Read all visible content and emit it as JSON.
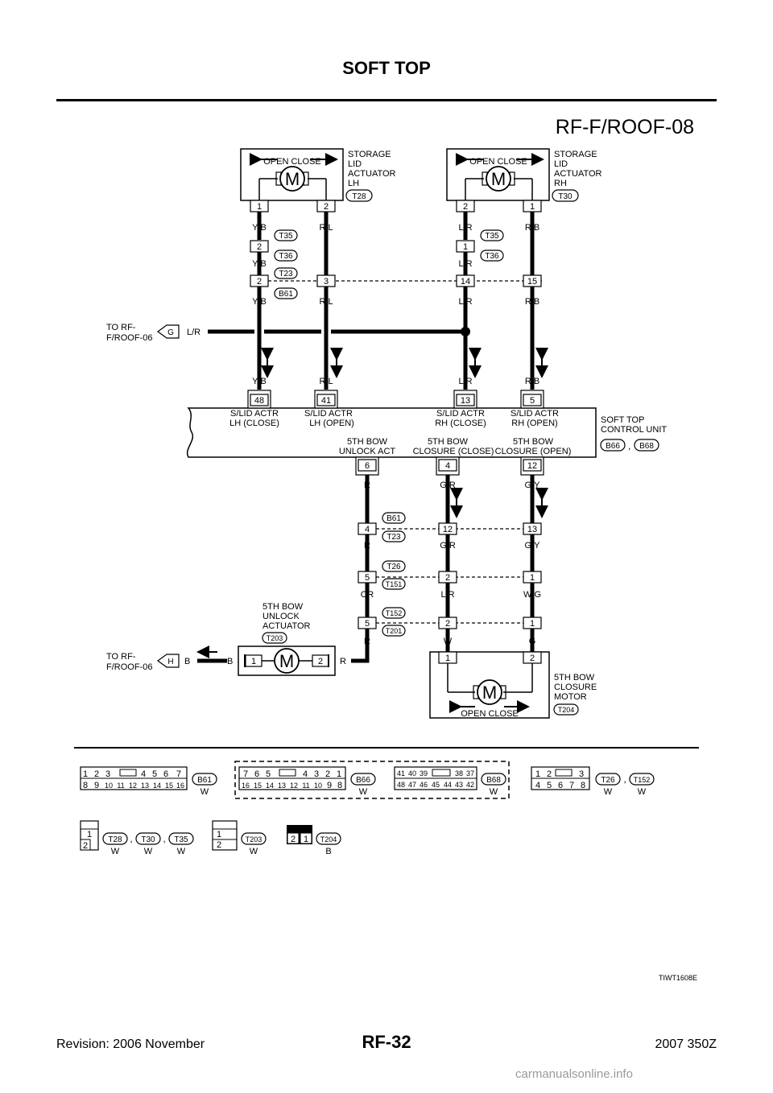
{
  "header": {
    "title": "SOFT TOP",
    "diagram_id": "RF-F/ROOF-08"
  },
  "footer": {
    "revision": "Revision: 2006 November",
    "page": "RF-32",
    "model": "2007 350Z",
    "image_code": "TIWT1608E"
  },
  "watermark": "carmanualsonline.info",
  "wires": {
    "YB": "Y/B",
    "RL": "R/L",
    "LR": "L/R",
    "RB": "R/B",
    "R": "R",
    "GR": "G/R",
    "GY": "G/Y",
    "OR": "OR",
    "WG": "W/G",
    "W": "W",
    "G": "G",
    "B": "B"
  },
  "pins": {
    "p1": "1",
    "p2": "2",
    "p3": "3",
    "p4": "4",
    "p5": "5",
    "p6": "6",
    "p12": "12",
    "p13": "13",
    "p14": "14",
    "p15": "15",
    "p41": "41",
    "p48": "48",
    "pG": "G",
    "pH": "H"
  },
  "connectors": {
    "T23": "T23",
    "T26": "T26",
    "T28": "T28",
    "T30": "T30",
    "T35": "T35",
    "T36": "T36",
    "T151": "T151",
    "T152": "T152",
    "T201": "T201",
    "T203": "T203",
    "T204": "T204",
    "B61": "B61",
    "B66": "B66",
    "B68": "B68"
  },
  "labels": {
    "open_close": "OPEN  CLOSE",
    "motor": "M",
    "storage_lid": "STORAGE",
    "lid": "LID",
    "actuator": "ACTUATOR",
    "lh": "LH",
    "rh": "RH",
    "to_rf_1": "TO RF-",
    "to_rf_2": "F/ROOF-06",
    "sc_48_1": "S/LID ACTR",
    "sc_48_2": "LH (CLOSE)",
    "sc_41_1": "S/LID ACTR",
    "sc_41_2": "LH (OPEN)",
    "sc_13_1": "S/LID ACTR",
    "sc_13_2": "RH (CLOSE)",
    "sc_5_1": "S/LID ACTR",
    "sc_5_2": "RH (OPEN)",
    "sc_6_1": "5TH BOW",
    "sc_6_2": "UNLOCK ACT",
    "sc_4_1": "5TH BOW",
    "sc_4_2": "CLOSURE (CLOSE)",
    "sc_12_1": "5TH BOW",
    "sc_12_2": "CLOSURE (OPEN)",
    "scu_1": "SOFT TOP",
    "scu_2": "CONTROL UNIT",
    "comma": ",",
    "ua_1": "5TH BOW",
    "ua_2": "UNLOCK",
    "ua_3": "ACTUATOR",
    "cm_1": "5TH BOW",
    "cm_2": "CLOSURE",
    "cm_3": "MOTOR"
  },
  "connector_views": {
    "b61_top": [
      "1",
      "2",
      "3",
      "4",
      "5",
      "6",
      "7"
    ],
    "b61_bot": [
      "8",
      "9",
      "10",
      "11",
      "12",
      "13",
      "14",
      "15",
      "16"
    ],
    "b66_top": [
      "7",
      "6",
      "5",
      "4",
      "3",
      "2",
      "1"
    ],
    "b66_bot": [
      "16",
      "15",
      "14",
      "13",
      "12",
      "11",
      "10",
      "9",
      "8"
    ],
    "b68_top": [
      "41",
      "40",
      "39",
      "38",
      "37"
    ],
    "b68_bot": [
      "48",
      "47",
      "46",
      "45",
      "44",
      "43",
      "42"
    ],
    "t26_top": [
      "1",
      "2",
      "3"
    ],
    "t26_bot": [
      "4",
      "5",
      "6",
      "7",
      "8"
    ],
    "color_w": "W",
    "color_b": "B"
  }
}
